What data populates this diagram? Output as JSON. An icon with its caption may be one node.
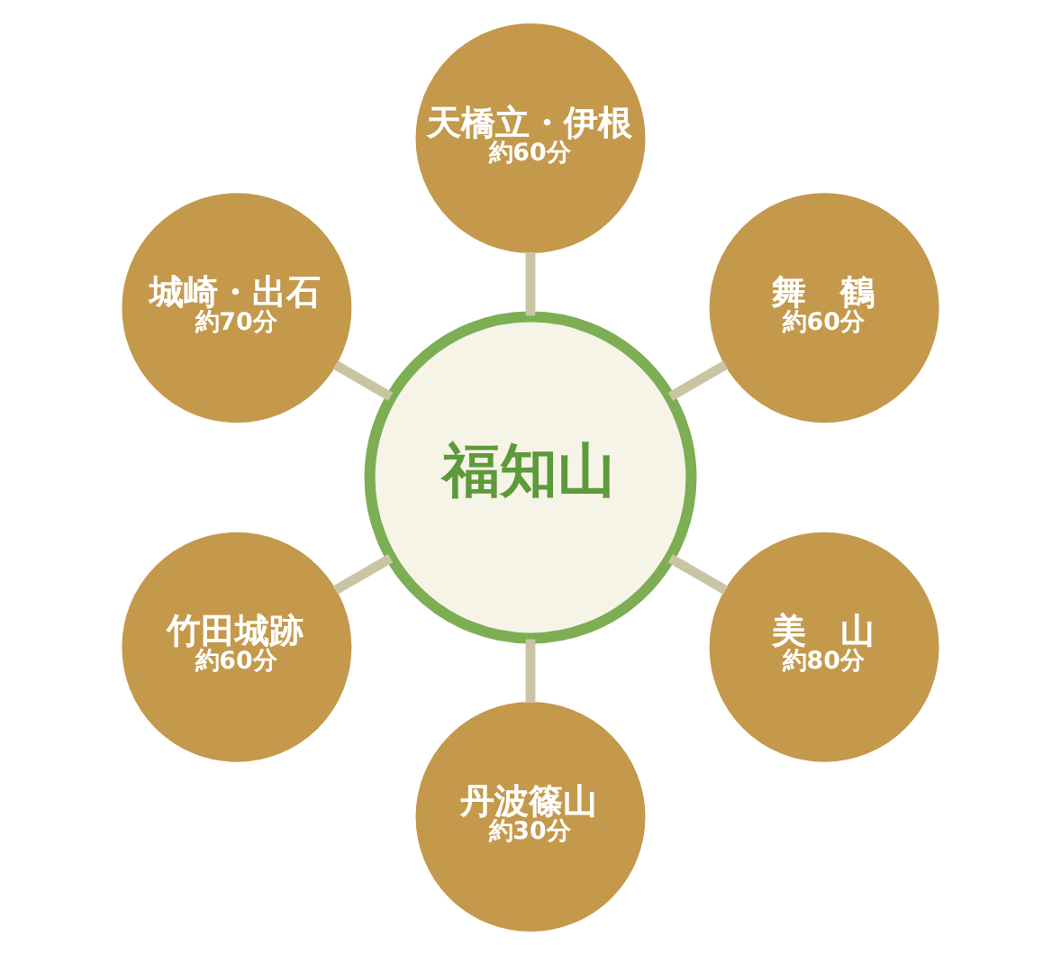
{
  "diagram": {
    "nodes": [
      {
        "text": [
          "天橋立・伊根",
          "約60分"
        ]
      },
      {
        "text": [
          "城崎・出石",
          "約70分"
        ]
      },
      {
        "text": [
          "舞　鶴",
          "約60分"
        ]
      },
      {
        "text": [
          "竹田城跡",
          "約60分"
        ]
      },
      {
        "text": [
          "福知山"
        ]
      },
      {
        "text": [
          "美　山",
          "約80分"
        ]
      },
      {
        "text": [
          "丹波篠山",
          "約30分"
        ]
      }
    ],
    "edges": [
      {
        "from": 4,
        "to": 0,
        "arrow": "none"
      },
      {
        "from": 4,
        "to": 2,
        "arrow": "none"
      },
      {
        "from": 4,
        "to": 5,
        "arrow": "none"
      },
      {
        "from": 4,
        "to": 6,
        "arrow": "none"
      },
      {
        "from": 4,
        "to": 3,
        "arrow": "none"
      },
      {
        "from": 4,
        "to": 1,
        "arrow": "none"
      }
    ]
  }
}
